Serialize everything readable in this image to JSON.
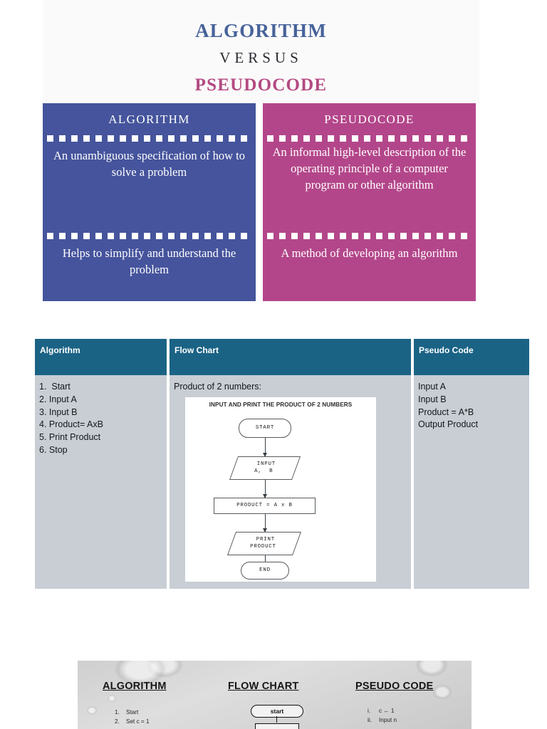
{
  "infographic": {
    "title": {
      "line1": "ALGORITHM",
      "line2": "VERSUS",
      "line3": "PSEUDOCODE"
    },
    "colors": {
      "algorithm_blue": "#45549c",
      "pseudocode_magenta": "#b3468a",
      "title_blue": "#46629a",
      "title_magenta": "#b34a82"
    },
    "algorithm_panel": {
      "heading": "ALGORITHM",
      "definition": "An unambiguous specification of how to solve a problem",
      "purpose": "Helps to simplify and understand the problem"
    },
    "pseudocode_panel": {
      "heading": "PSEUDOCODE",
      "definition": "An informal high-level description of the operating principle of a computer program or other algorithm",
      "purpose": "A method of developing an algorithm"
    }
  },
  "comparison_table": {
    "colors": {
      "header_teal": "#1b6385",
      "body_gray": "#c8ced4"
    },
    "headers": {
      "algorithm": "Algorithm",
      "flow_chart": "Flow Chart",
      "pseudo_code": "Pseudo Code"
    },
    "algorithm_steps": [
      "1.  Start",
      "2. Input A",
      "3. Input B",
      "4. Product= AxB",
      "5. Print Product",
      "6. Stop"
    ],
    "flow_chart": {
      "caption": "Product of 2 numbers:",
      "diagram_title": "INPUT AND PRINT THE PRODUCT OF 2 NUMBERS",
      "nodes": [
        {
          "id": "start",
          "shape": "terminator",
          "text": "START"
        },
        {
          "id": "input",
          "shape": "parallelogram",
          "text": "INPUT\nA, B"
        },
        {
          "id": "product",
          "shape": "process",
          "text": "PRODUCT = A x B"
        },
        {
          "id": "print",
          "shape": "parallelogram",
          "text": "PRINT\nPRODUCT"
        },
        {
          "id": "end",
          "shape": "terminator",
          "text": "END"
        }
      ]
    },
    "pseudo_code_lines": [
      "Input A",
      "Input B",
      "Product = A*B",
      "Output Product"
    ]
  },
  "bottom_slide": {
    "column_titles": {
      "algorithm": "ALGORITHM",
      "flow_chart": "FLOW CHART",
      "pseudo_code": "PSEUDO CODE"
    },
    "algorithm_steps": [
      {
        "num": "1.",
        "text": "Start"
      },
      {
        "num": "2.",
        "text": "Set c = 1"
      }
    ],
    "pseudo_code_lines": [
      {
        "num": "i.",
        "text": "c ← 1"
      },
      {
        "num": "ii.",
        "text": "Input n"
      }
    ],
    "flow_chart_start": "start"
  }
}
